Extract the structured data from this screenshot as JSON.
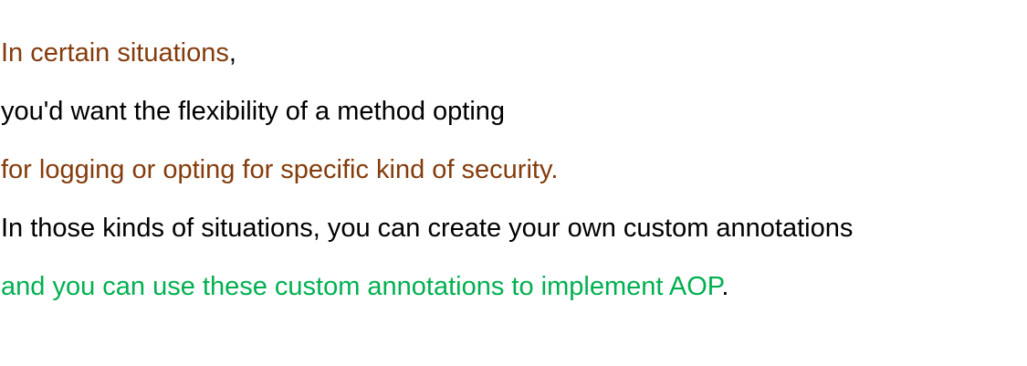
{
  "colors": {
    "brown": "#843c0c",
    "black": "#000000",
    "green": "#00b050"
  },
  "lines": [
    {
      "main": "In certain situations",
      "punct": ","
    },
    {
      "main": "you'd want the flexibility of a method opting"
    },
    {
      "main": "for logging or opting for specific kind of security."
    },
    {
      "main": "In those kinds of situations, you can create your own custom annotations"
    },
    {
      "main": "and you can use these custom annotations to implement AOP",
      "punct": "."
    }
  ]
}
